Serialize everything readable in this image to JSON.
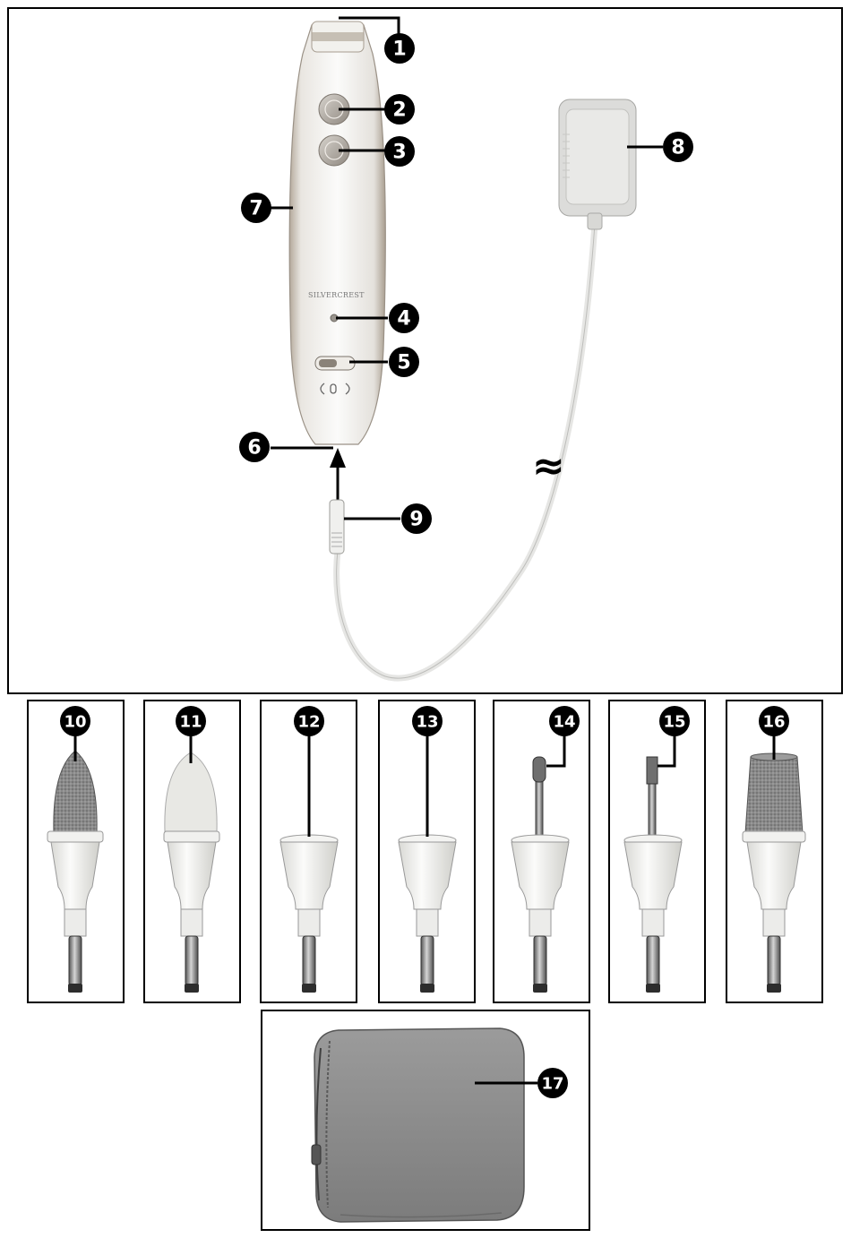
{
  "brand_text": "SILVERCREST",
  "approx_symbol": "≈",
  "callouts": {
    "c1": "1",
    "c2": "2",
    "c3": "3",
    "c4": "4",
    "c5": "5",
    "c6": "6",
    "c7": "7",
    "c8": "8",
    "c9": "9",
    "c10": "10",
    "c11": "11",
    "c12": "12",
    "c13": "13",
    "c14": "14",
    "c15": "15",
    "c16": "16",
    "c17": "17"
  },
  "colors": {
    "line": "#000000",
    "device_body": "#efeeea",
    "device_stripe": "#b9ada0",
    "grinder": "#8c8c8c",
    "felt": "#e2e2de",
    "case": "#8e8e8e",
    "adapter": "#d6d6d4"
  }
}
